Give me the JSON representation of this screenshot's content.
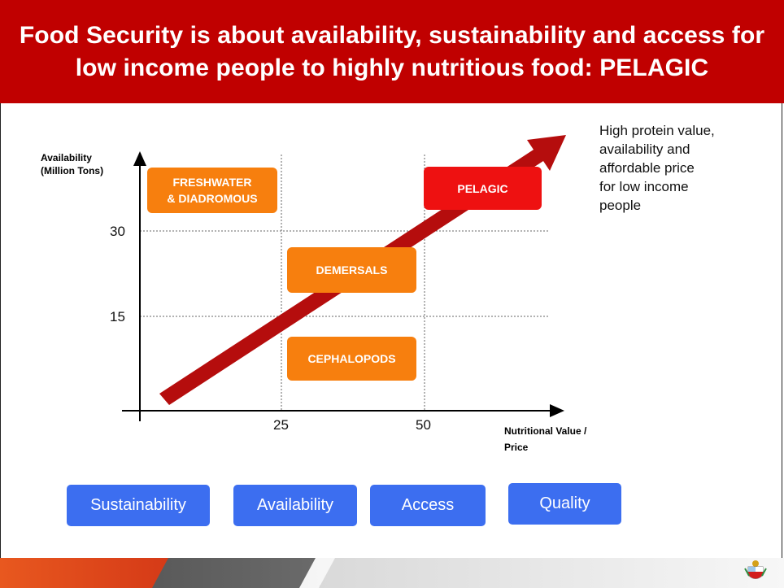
{
  "title": "Food Security is about availability, sustainability and access for low income people to highly nutritious food: PELAGIC",
  "note": [
    "High protein value,",
    "availability and",
    "affordable price",
    "for low income",
    "people"
  ],
  "y_axis_label": [
    "Availability",
    "(Million Tons)"
  ],
  "x_axis_label": [
    "Nutritional Value /",
    "Price"
  ],
  "y_ticks": [
    "30",
    "15"
  ],
  "x_ticks": [
    "25",
    "50"
  ],
  "categories": [
    {
      "name": [
        "FRESHWATER",
        "& DIADROMOUS"
      ],
      "color": "#f77f0e"
    },
    {
      "name": [
        "PELAGIC"
      ],
      "color": "#ee1111"
    },
    {
      "name": [
        "DEMERSALS"
      ],
      "color": "#f77f0e"
    },
    {
      "name": [
        "CEPHALOPODS"
      ],
      "color": "#f77f0e"
    }
  ],
  "pillars": [
    "Sustainability",
    "Availability",
    "Access",
    "Quality"
  ],
  "colors": {
    "title_bar": "#c00000",
    "arrow": "#b50d0d",
    "pillar": "#3c6ef0",
    "footer_orange": "#e04a1a",
    "footer_gray": "#555555"
  },
  "icons": {
    "arrow": "trend-arrow",
    "crest": "coat-of-arms-icon"
  }
}
